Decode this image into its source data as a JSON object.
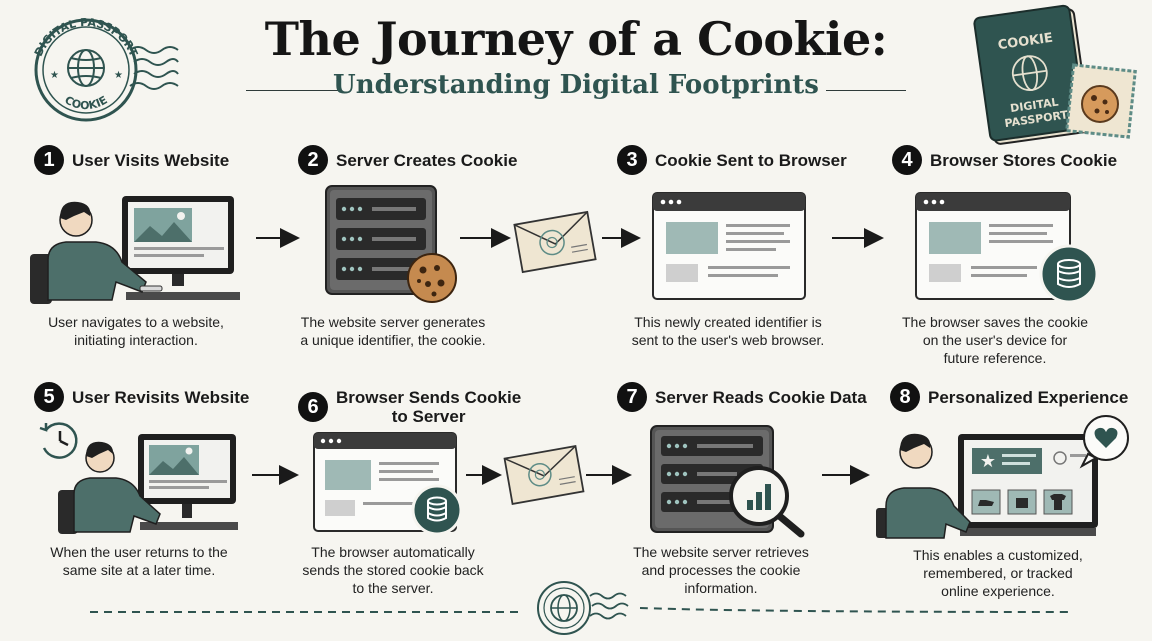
{
  "header": {
    "title": "The Journey of a Cookie:",
    "subtitle": "Understanding Digital Footprints"
  },
  "stamp": {
    "text_top": "DIGITAL PASSPORT",
    "text_bottom": "COOKIE"
  },
  "passport": {
    "line1": "COOKIE",
    "line2": "DIGITAL",
    "line3": "PASSPORT"
  },
  "steps": [
    {
      "num": "1",
      "title": "User Visits Website",
      "desc": [
        "User navigates to a website,",
        "initiating interaction."
      ]
    },
    {
      "num": "2",
      "title": "Server Creates Cookie",
      "desc": [
        "The website server generates",
        "a unique identifier, the cookie."
      ]
    },
    {
      "num": "3",
      "title": "Cookie Sent to Browser",
      "desc": [
        "This newly created identifier is",
        "sent to the user's web browser."
      ]
    },
    {
      "num": "4",
      "title": "Browser Stores Cookie",
      "desc": [
        "The browser saves the cookie",
        "on the user's device for",
        "future reference."
      ]
    },
    {
      "num": "5",
      "title": "User Revisits Website",
      "desc": [
        "When the user returns to the",
        "same site at a later time."
      ]
    },
    {
      "num": "6",
      "title": "Browser Sends Cookie to Server",
      "title_lines": [
        "Browser Sends Cookie",
        "to Server"
      ],
      "desc": [
        "The browser automatically",
        "sends the stored cookie back",
        "to the server."
      ]
    },
    {
      "num": "7",
      "title": "Server Reads Cookie Data",
      "desc": [
        "The website server retrieves",
        "and processes the cookie",
        "information."
      ]
    },
    {
      "num": "8",
      "title": "Personalized Experience",
      "desc": [
        "This enables a customized,",
        "remembered, or tracked",
        "online experience."
      ]
    }
  ],
  "colors": {
    "accent": "#2f5450",
    "frame": "#3a3a3a",
    "cookie": "#c58a4f",
    "bg": "#f6f5f0"
  }
}
